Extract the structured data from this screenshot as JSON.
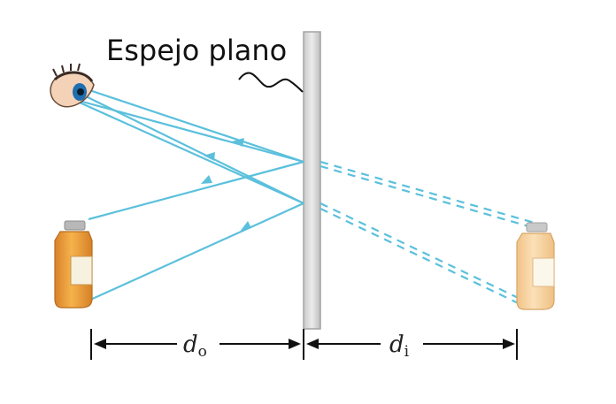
{
  "mirror_label": "Espejo plano",
  "dims": {
    "object_distance": {
      "symbol": "d",
      "subscript": "o"
    },
    "image_distance": {
      "symbol": "d",
      "subscript": "i"
    }
  },
  "colors": {
    "ray": "#5bc0dc",
    "mirror_fill": "#d7d7d7",
    "mirror_edge": "#9a9a9a",
    "bottle_orange": "#f0a53a",
    "bottle_image": "#f8d6a3",
    "cap": "#b8b8b8",
    "eye_iris": "#1f6fb0"
  },
  "icons": [
    "eye-icon",
    "bottle-object-icon",
    "bottle-image-icon"
  ]
}
